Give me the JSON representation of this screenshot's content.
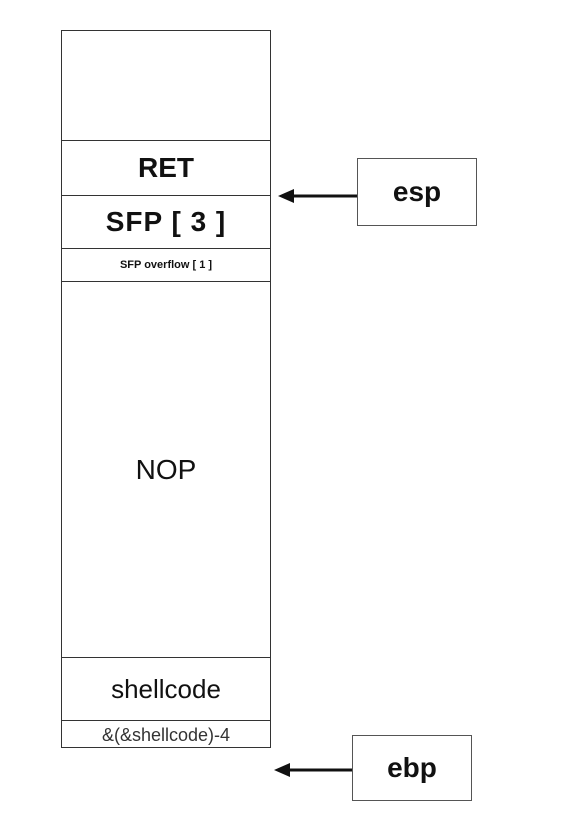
{
  "stack": {
    "cells": [
      {
        "label": ""
      },
      {
        "label": "RET"
      },
      {
        "label": "SFP [ 3 ]"
      },
      {
        "label": "SFP overflow [ 1 ]"
      },
      {
        "label": "NOP"
      },
      {
        "label": "shellcode"
      },
      {
        "label": "&(&shellcode)-4"
      }
    ]
  },
  "registers": {
    "esp": {
      "label": "esp"
    },
    "ebp": {
      "label": "ebp"
    }
  },
  "colors": {
    "line": "#333333",
    "arrow": "#111111"
  }
}
